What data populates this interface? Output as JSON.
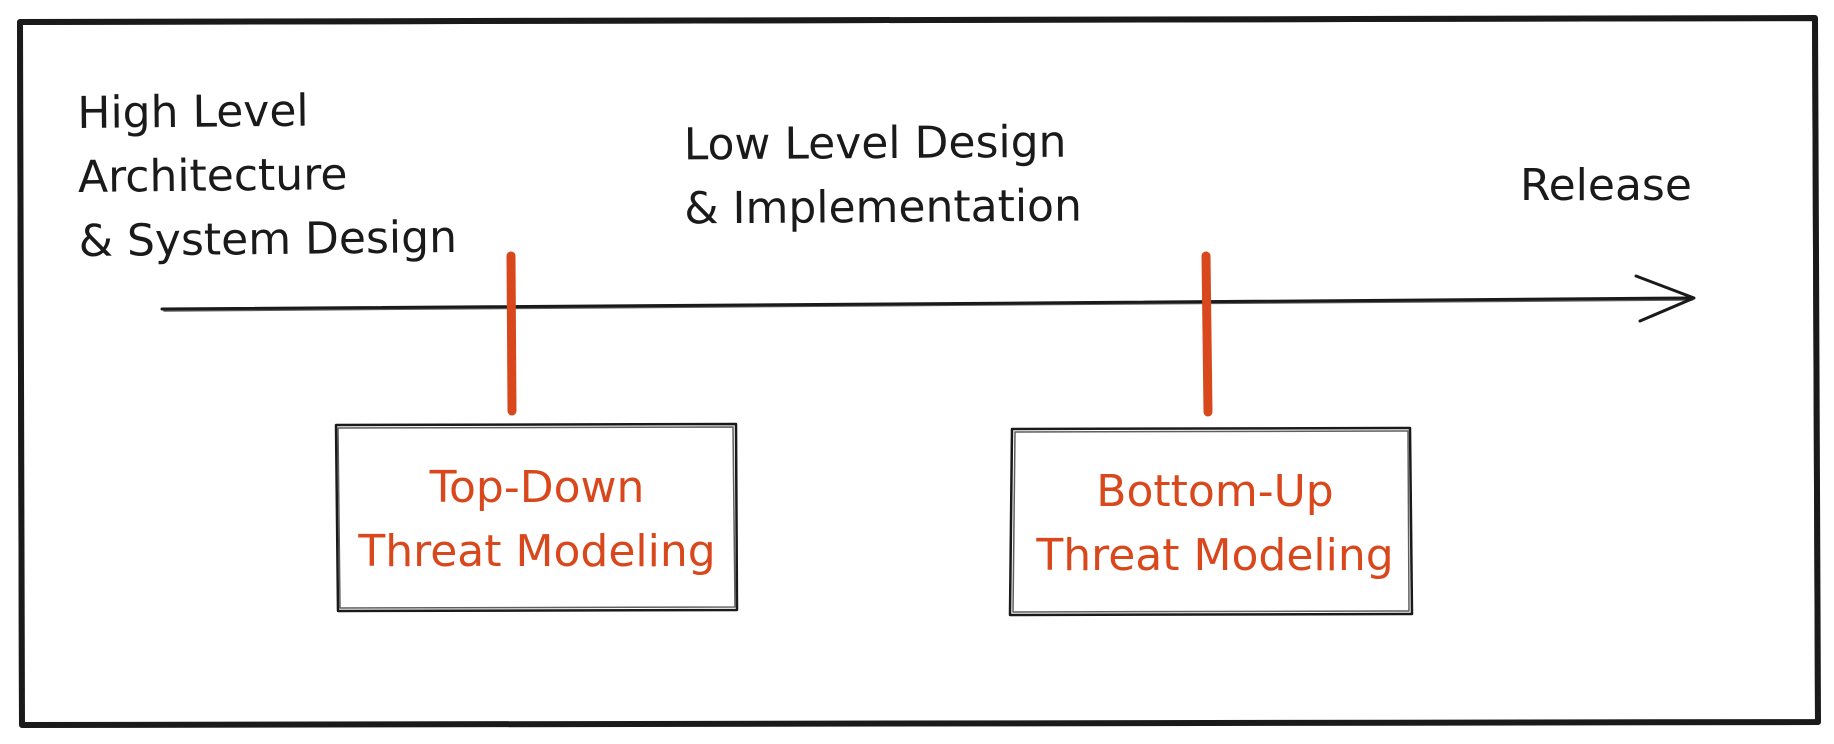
{
  "colors": {
    "ink": "#1a1a1a",
    "accent": "#d9481c"
  },
  "stages": {
    "high_level": {
      "line1": "High Level",
      "line2": "Architecture",
      "line3": "& System Design"
    },
    "low_level": {
      "line1": "Low Level Design",
      "line2": "& Implementation"
    },
    "release": {
      "line1": "Release"
    }
  },
  "activities": {
    "top_down": {
      "line1": "Top-Down",
      "line2": "Threat Modeling"
    },
    "bottom_up": {
      "line1": "Bottom-Up",
      "line2": "Threat Modeling"
    }
  }
}
